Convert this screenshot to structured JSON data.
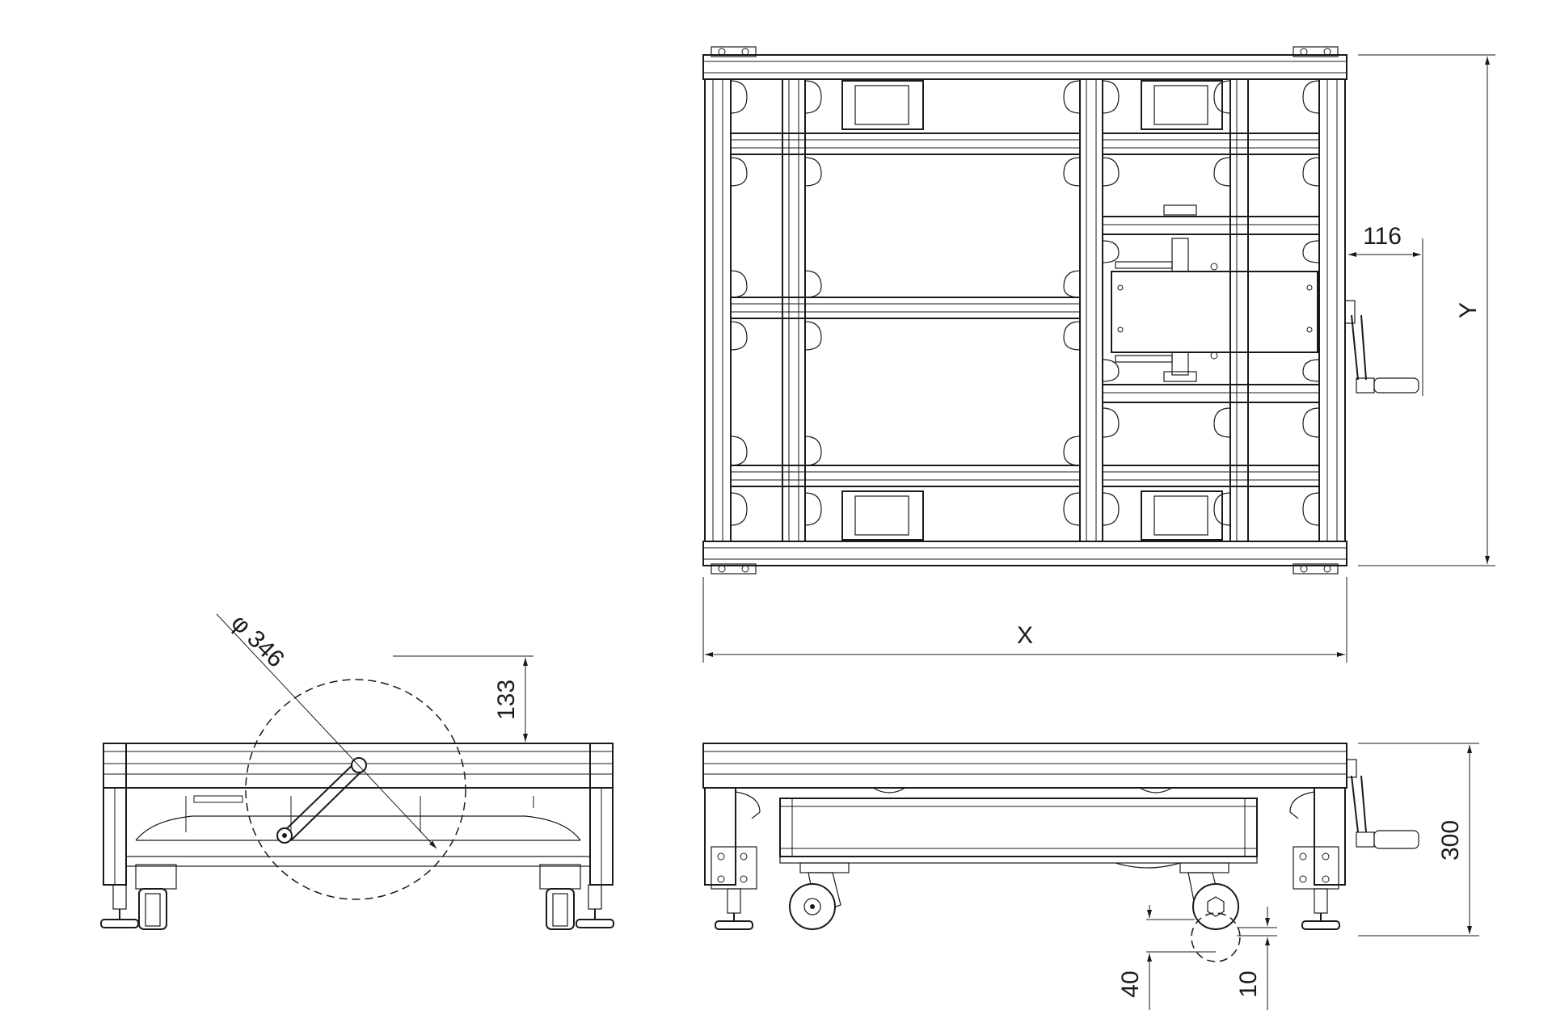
{
  "dimensions": {
    "crank_diameter": "φ 346",
    "crank_height": "133",
    "handle_offset": "116",
    "width_label": "X",
    "depth_label": "Y",
    "height": "300",
    "caster_travel": "40",
    "caster_clearance": "10"
  }
}
